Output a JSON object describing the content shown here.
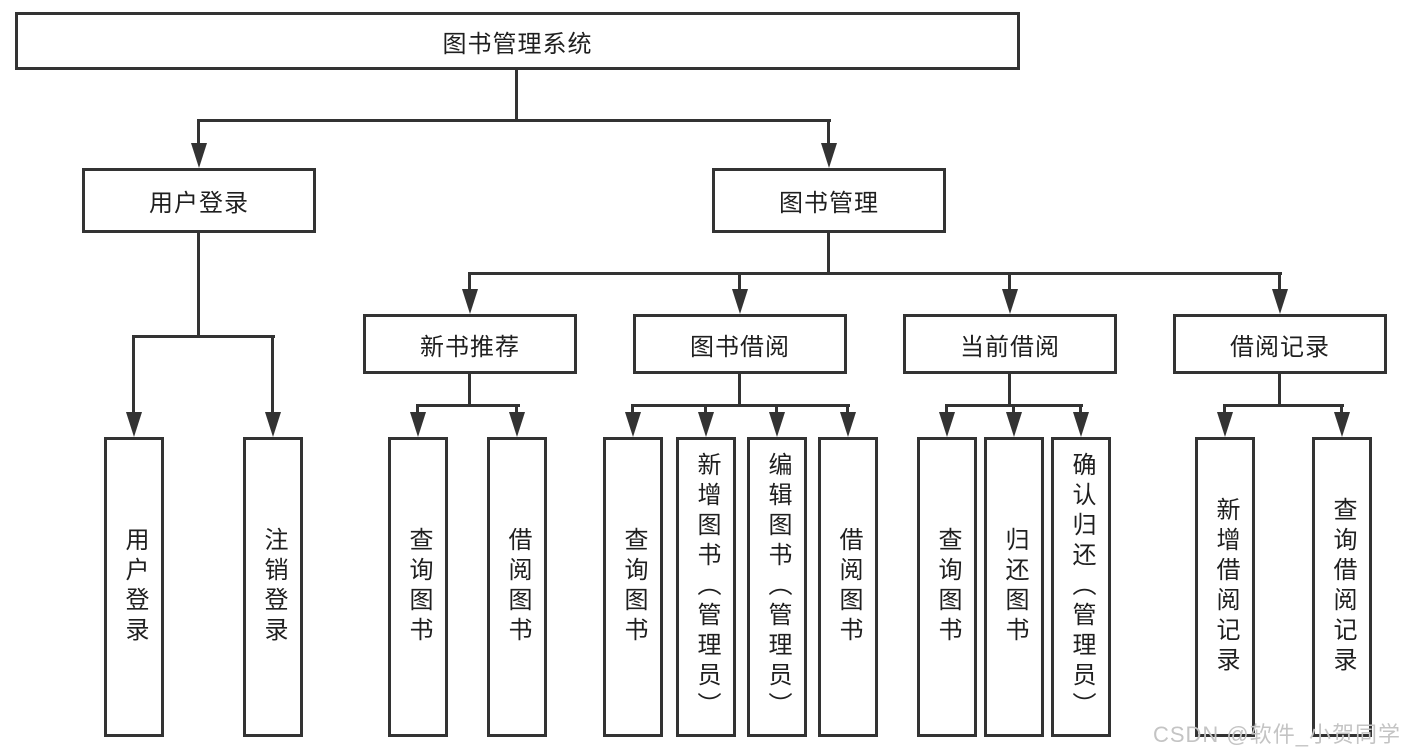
{
  "diagram": {
    "root": {
      "label": "图书管理系统"
    },
    "branches": [
      {
        "label": "用户登录",
        "children": [
          {
            "label": "用户登录"
          },
          {
            "label": "注销登录"
          }
        ]
      },
      {
        "label": "图书管理",
        "children": [
          {
            "label": "新书推荐",
            "children": [
              {
                "label": "查询图书"
              },
              {
                "label": "借阅图书"
              }
            ]
          },
          {
            "label": "图书借阅",
            "children": [
              {
                "label": "查询图书"
              },
              {
                "label": "新增图书（管理员）"
              },
              {
                "label": "编辑图书（管理员）"
              },
              {
                "label": "借阅图书"
              }
            ]
          },
          {
            "label": "当前借阅",
            "children": [
              {
                "label": "查询图书"
              },
              {
                "label": "归还图书"
              },
              {
                "label": "确认归还（管理员）"
              }
            ]
          },
          {
            "label": "借阅记录",
            "children": [
              {
                "label": "新增借阅记录"
              },
              {
                "label": "查询借阅记录"
              }
            ]
          }
        ]
      }
    ]
  },
  "watermark": {
    "text": "CSDN @软件_小贺同学"
  },
  "colors": {
    "line": "#333333",
    "border": "#333333",
    "text": "#1f1f1f",
    "background": "#ffffff",
    "watermark": "#c4c4c4"
  }
}
